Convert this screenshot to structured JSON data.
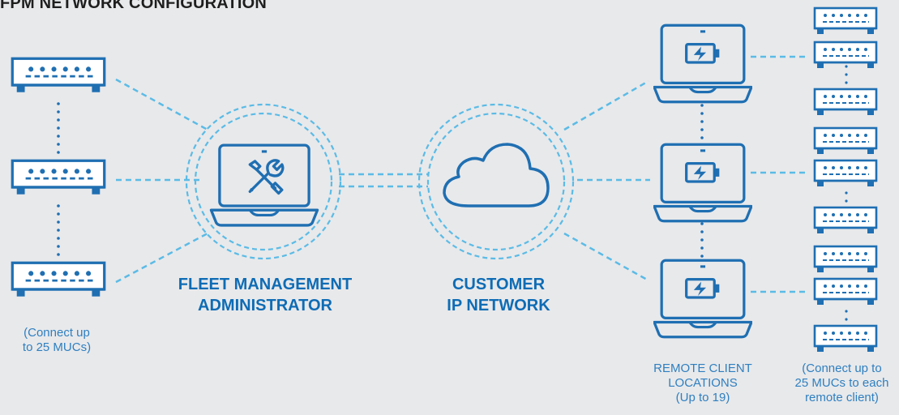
{
  "title": "FPM NETWORK CONFIGURATION",
  "nodes": {
    "fleet_admin": {
      "line1": "FLEET MANAGEMENT",
      "line2": "ADMINISTRATOR"
    },
    "customer_network": {
      "line1": "CUSTOMER",
      "line2": "IP NETWORK"
    },
    "remote_clients": {
      "line1": "REMOTE CLIENT",
      "line2": "LOCATIONS",
      "line3": "(Up to 19)"
    }
  },
  "notes": {
    "left_mucs": {
      "line1": "(Connect up",
      "line2": "to 25 MUCs)"
    },
    "right_mucs": {
      "line1": "(Connect up to",
      "line2": "25 MUCs to each",
      "line3": "remote client)"
    }
  },
  "colors": {
    "primary": "#1f6fb2",
    "dashed_line": "#5bbbe6",
    "dotted_line": "#1f6fb2",
    "background": "#e8e9eb",
    "device_fill": "#ffffff"
  },
  "icons": {
    "muc": "muc-device-icon",
    "admin_laptop": "wrench-screwdriver-laptop-icon",
    "cloud": "cloud-icon",
    "client_laptop": "battery-laptop-icon"
  }
}
